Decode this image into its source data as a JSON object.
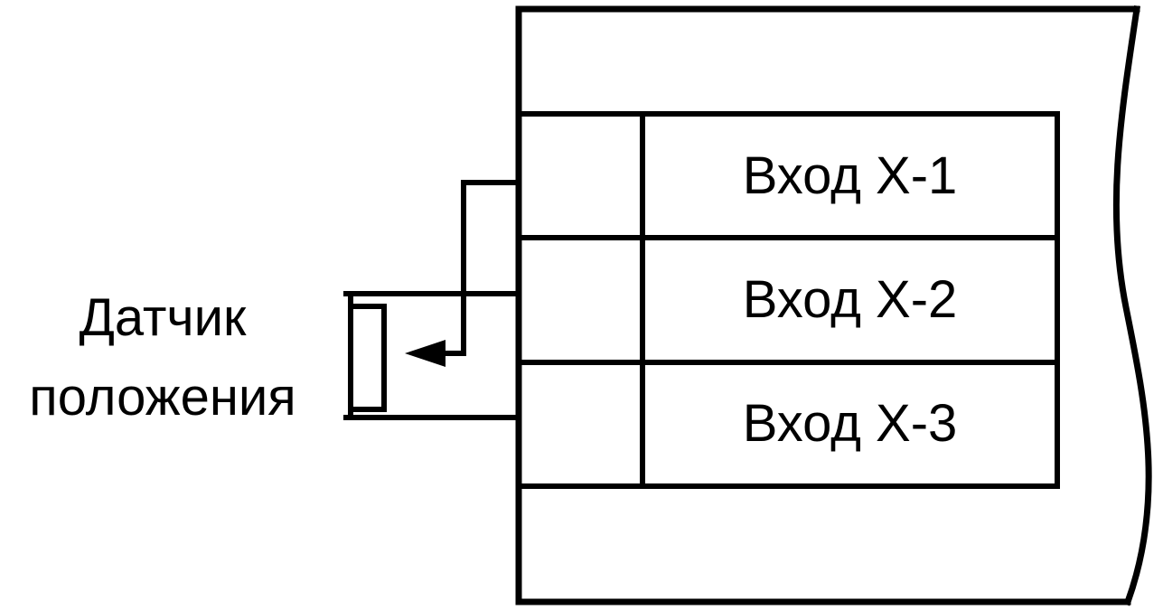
{
  "diagram": {
    "sensor_label": {
      "line1": "Датчик",
      "line2": "положения"
    },
    "inputs": [
      {
        "label": "Вход Х-1"
      },
      {
        "label": "Вход Х-2"
      },
      {
        "label": "Вход Х-3"
      }
    ],
    "colors": {
      "line": "#000000",
      "background": "#ffffff"
    }
  }
}
